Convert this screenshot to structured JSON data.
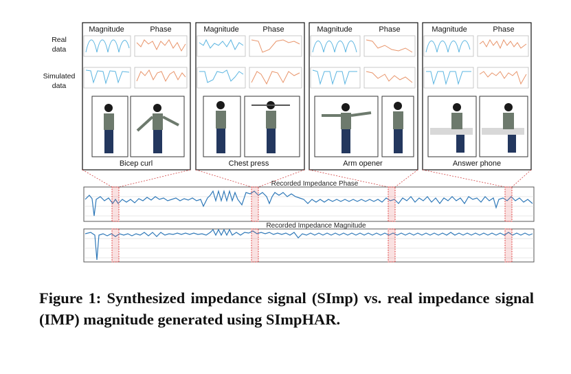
{
  "figure": {
    "row_labels": {
      "real": [
        "Real",
        "data"
      ],
      "simulated": [
        "Simulated",
        "data"
      ]
    },
    "column_headers": {
      "magnitude": "Magnitude",
      "phase": "Phase"
    },
    "panels": [
      {
        "caption": "Bicep curl"
      },
      {
        "caption": "Chest press"
      },
      {
        "caption": "Arm opener"
      },
      {
        "caption": "Answer phone"
      }
    ],
    "signals": {
      "phase_title": "Recorded Impedance Phase",
      "magnitude_title": "Recorded Impedance Magnitude"
    },
    "colors": {
      "magnitude_trace": "#5ab4e0",
      "phase_trace": "#e8946a",
      "recorded_trace": "#2e78b8",
      "highlight": "#e04848"
    }
  },
  "caption": "Figure 1: Synthesized impedance signal (SImp) vs. real impedance signal (IMP) magnitude generated using SImpHAR."
}
